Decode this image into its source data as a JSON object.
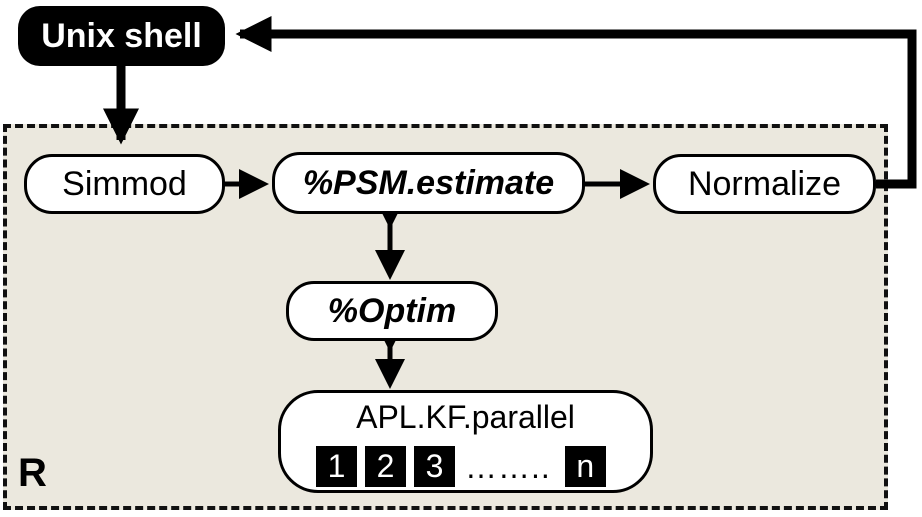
{
  "diagram": {
    "shell": "Unix shell",
    "region_label": "R",
    "nodes": {
      "simmod": "Simmod",
      "psm": "%PSM.estimate",
      "normalize": "Normalize",
      "optim": "%Optim",
      "parallel": "APL.KF.parallel"
    },
    "workers": [
      "1",
      "2",
      "3",
      "n"
    ],
    "workers_gap": "……..",
    "edges": [
      {
        "from": "shell",
        "to": "simmod"
      },
      {
        "from": "simmod",
        "to": "psm"
      },
      {
        "from": "psm",
        "to": "normalize"
      },
      {
        "from": "normalize",
        "to": "shell"
      },
      {
        "from": "psm",
        "to": "optim",
        "bidirectional": true
      },
      {
        "from": "optim",
        "to": "parallel",
        "bidirectional": true
      }
    ]
  }
}
